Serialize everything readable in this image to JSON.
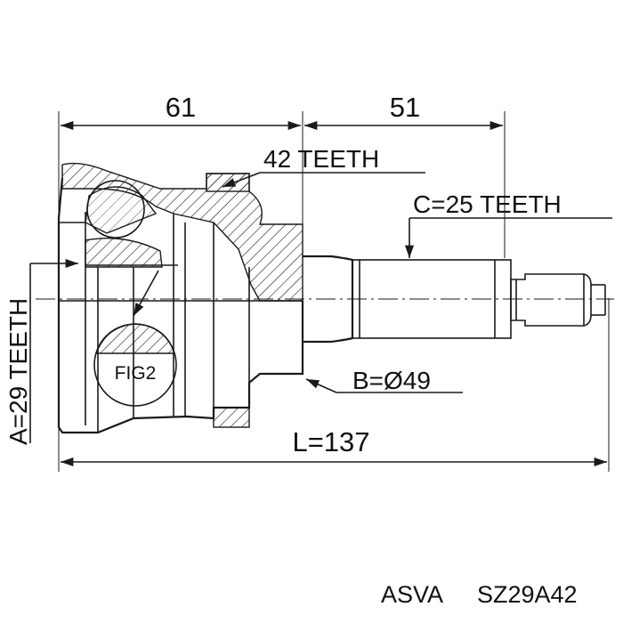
{
  "dimensions": {
    "top_left": "61",
    "top_right": "51",
    "outer_teeth": "42 TEETH",
    "shaft_teeth": "C=25 TEETH",
    "inner_teeth": "A=29 TEETH",
    "diameter": "B=Ø49",
    "length": "L=137"
  },
  "detail_label": "FIG2",
  "footer": {
    "brand": "ASVA",
    "part_number": "SZ29A42"
  }
}
